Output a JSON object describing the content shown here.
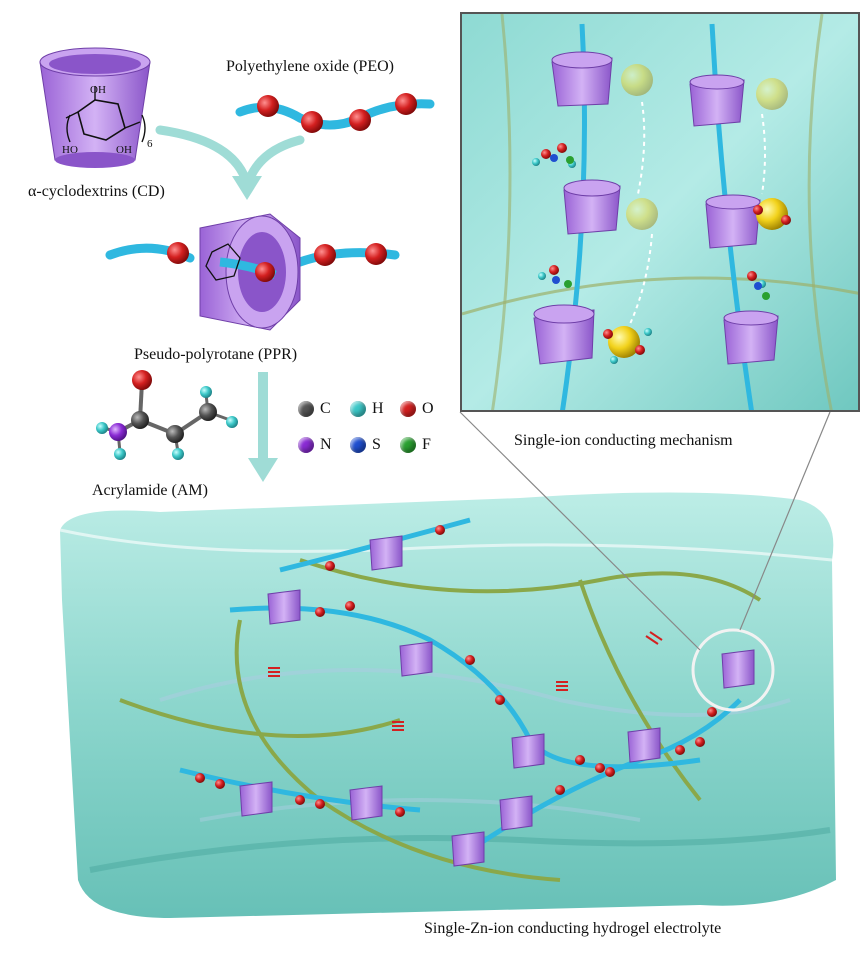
{
  "labels": {
    "peo": "Polyethylene oxide (PEO)",
    "cd": "α-cyclodextrins (CD)",
    "ppr": "Pseudo-polyrotane (PPR)",
    "am": "Acrylamide (AM)",
    "mechanism": "Single-ion conducting mechanism",
    "hydrogel": "Single-Zn-ion conducting hydrogel electrolyte"
  },
  "cd_structure": {
    "oh_top": "OH",
    "oh_left": "HO",
    "oh_right": "OH",
    "subscript": "6"
  },
  "legend": [
    {
      "symbol": "C",
      "color": "#555555"
    },
    {
      "symbol": "H",
      "color": "#3cc8c8"
    },
    {
      "symbol": "O",
      "color": "#d42020"
    },
    {
      "symbol": "N",
      "color": "#8a2bd4"
    },
    {
      "symbol": "S",
      "color": "#1f4fd0"
    },
    {
      "symbol": "F",
      "color": "#2aa030"
    }
  ],
  "colors": {
    "cyclodextrin": "#b98ae8",
    "chain": "#2fb8e0",
    "oxygen": "#d42020",
    "hydrogel": "#8fd8cf",
    "arrow": "#9fdcd6"
  }
}
